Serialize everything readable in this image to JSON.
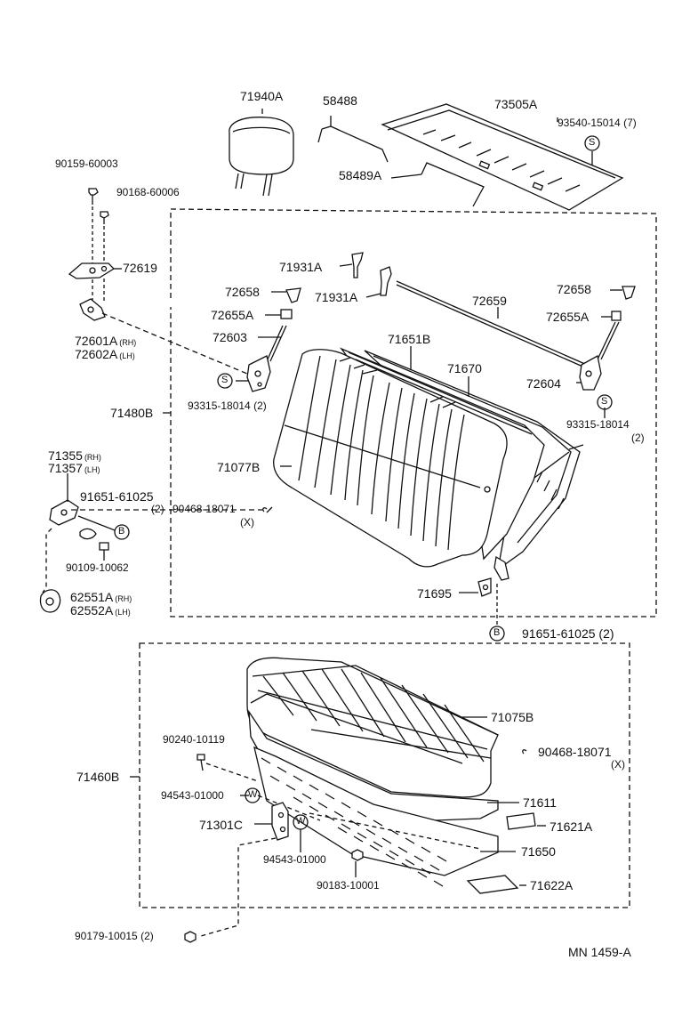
{
  "diagram": {
    "parts": {
      "p71940A": "71940A",
      "p58488": "58488",
      "p73505A": "73505A",
      "p93540": "93540-15014 (7)",
      "p58489A": "58489A",
      "p90159": "90159-60003",
      "p90168": "90168-60006",
      "p72619": "72619",
      "p72601A": "72601A",
      "p72601A_side": "(RH)",
      "p72602A": "72602A",
      "p72602A_side": "(LH)",
      "p71931A_a": "71931A",
      "p71931A_b": "71931A",
      "p72658_l": "72658",
      "p72655A_l": "72655A",
      "p72603": "72603",
      "p72659": "72659",
      "p72658_r": "72658",
      "p72655A_r": "72655A",
      "p71651B": "71651B",
      "p71670": "71670",
      "p72604": "72604",
      "p93315_l": "93315-18014 (2)",
      "p93315_r": "93315-18014",
      "p93315_r_qty": "(2)",
      "p71480B": "71480B",
      "p71355": "71355",
      "p71355_side": "(RH)",
      "p71357": "71357",
      "p71357_side": "(LH)",
      "p91651_l": "91651-61025",
      "p91651_l_qty": "(2)",
      "p71077B": "71077B",
      "p90468_a": "90468-18071",
      "p90468_a_x": "(X)",
      "p90109": "90109-10062",
      "p62551A": "62551A",
      "p62551A_side": "(RH)",
      "p62552A": "62552A",
      "p62552A_side": "(LH)",
      "p71695": "71695",
      "p91651_b": "91651-61025 (2)",
      "p71075B": "71075B",
      "p90240": "90240-10119",
      "p90468_b": "90468-18071",
      "p90468_b_x": "(X)",
      "p71460B": "71460B",
      "p94543_a": "94543-01000",
      "p71611": "71611",
      "p71301C": "71301C",
      "p71621A": "71621A",
      "p94543_b": "94543-01000",
      "p71650": "71650",
      "p90183": "90183-10001",
      "p71622A": "71622A",
      "p90179": "90179-10015 (2)"
    },
    "symbols": {
      "S": "S",
      "B": "B",
      "W": "W"
    },
    "code": "MN 1459-A"
  }
}
